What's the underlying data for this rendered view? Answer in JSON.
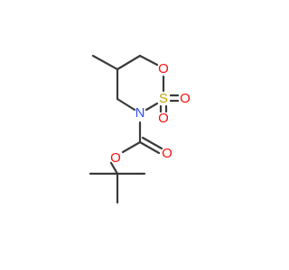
{
  "molecule": {
    "atoms": {
      "ring_oxygen": "O",
      "sulfur": "S",
      "sulfonyl_oxygen_1": "O",
      "sulfonyl_oxygen_2": "O",
      "nitrogen": "N",
      "carbonyl_oxygen": "O",
      "ester_oxygen": "O"
    },
    "colors": {
      "bond": "#3a3a3a",
      "oxygen": "#ff0d0d",
      "sulfur": "#c8a400",
      "nitrogen": "#2f4fff"
    }
  }
}
